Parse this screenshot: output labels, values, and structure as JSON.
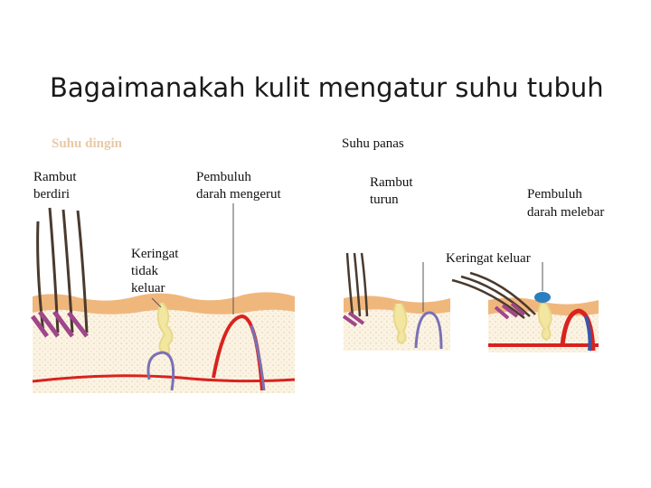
{
  "title": "Bagaimanakah kulit mengatur suhu tubuh",
  "cold_panel": {
    "header": "Suhu dingin",
    "hair_label_1": "Rambut",
    "hair_label_2": "berdiri",
    "vessel_label_1": "Pembuluh",
    "vessel_label_2": "darah mengerut",
    "sweat_label_1": "Keringat",
    "sweat_label_2": "tidak",
    "sweat_label_3": "keluar"
  },
  "hot_panel": {
    "header": "Suhu panas",
    "hair_label_1": "Rambut",
    "hair_label_2": "turun",
    "vessel_label_1": "Pembuluh",
    "vessel_label_2": "darah melebar",
    "sweat_label": "Keringat keluar"
  },
  "colors": {
    "skin_surface": "#f0b77c",
    "dermis": "#fbf3e3",
    "artery": "#d8231f",
    "vein": "#7a70b5",
    "hair": "#4a3a2e",
    "sweat_gland": "#f3e6a0",
    "sweat_drop": "#2a7fc0",
    "muscle": "#a0468a"
  }
}
